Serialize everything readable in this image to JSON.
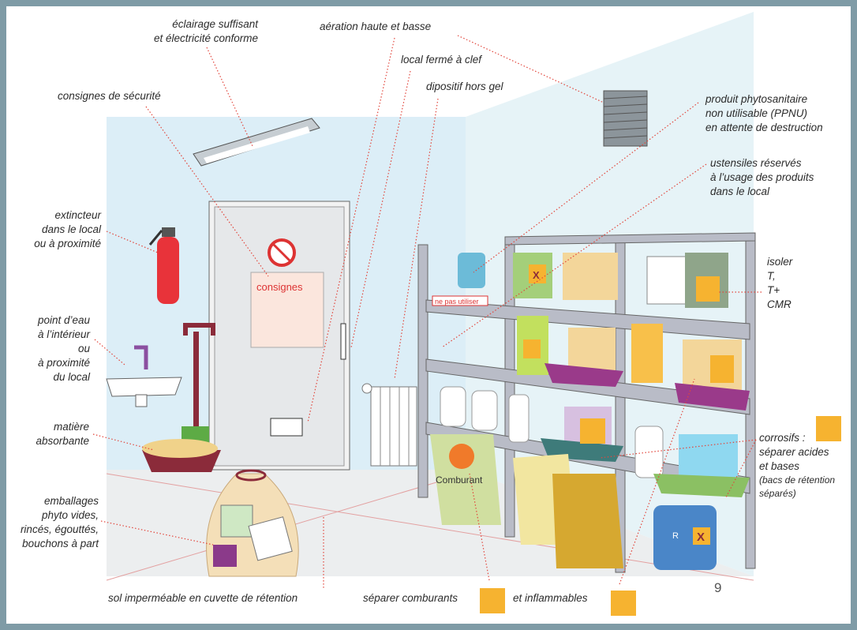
{
  "labels": {
    "eclairage": [
      "éclairage suffisant",
      "et électricité conforme"
    ],
    "aeration": "aération haute et basse",
    "local_ferme": "local fermé à clef",
    "hors_gel": "dipositif hors gel",
    "consignes_securite": "consignes de sécurité",
    "ppnu": [
      "produit phytosanitaire",
      "non utilisable (PPNU)",
      "en attente de destruction"
    ],
    "ustensiles": [
      "ustensiles réservés",
      "à l’usage des produits",
      "dans le local"
    ],
    "extincteur": [
      "extincteur",
      "dans le local",
      "ou à proximité"
    ],
    "point_eau": [
      "point d’eau",
      "à l’intérieur",
      "ou",
      "à proximité",
      "du local"
    ],
    "matiere": [
      "matière",
      "absorbante"
    ],
    "isoler": [
      "isoler",
      "T,",
      "T+",
      "CMR"
    ],
    "corrosifs": [
      "corrosifs :",
      "séparer acides",
      "et bases",
      "(bacs de rétention",
      "séparés)"
    ],
    "emballages": [
      "emballages",
      "phyto vides,",
      "rincés, égouttés,",
      "bouchons à part"
    ],
    "sol": "sol imperméable en cuvette de rétention",
    "comburants": "séparer comburants",
    "inflammables": "et inflammables"
  },
  "scene_text": {
    "door_sign": "consignes",
    "shelf_tag": "ne pas utiliser",
    "bag": "Comburant",
    "barrel_letter": "R",
    "barrel_symbol": "X",
    "jerrycan_symbol": "X"
  },
  "page_number": "9",
  "colors": {
    "frame": "#7f9ba6",
    "wall": "#dff0f8",
    "leader": "#e2463c",
    "hazard": "#f6b330"
  }
}
